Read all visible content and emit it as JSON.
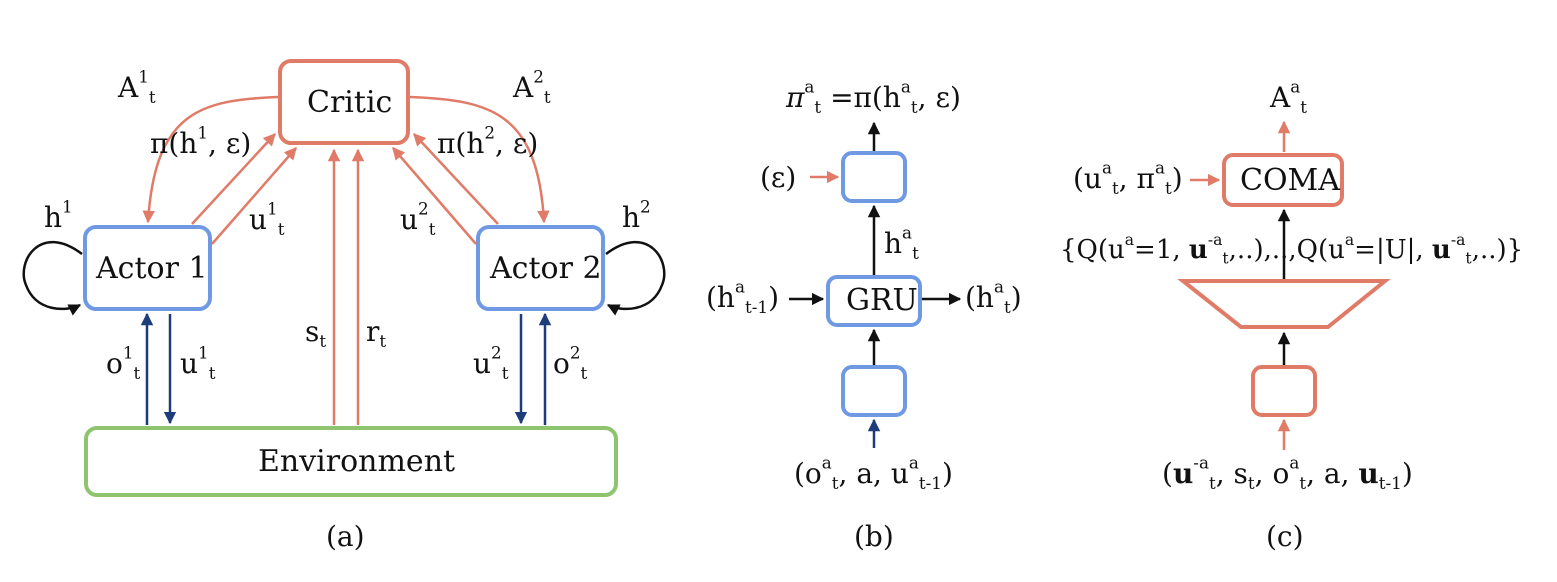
{
  "colors": {
    "critic": "#e07b68",
    "actor": "#6f9ae3",
    "environment": "#8fc46f",
    "obs_action_arrow": "#1d3d7a",
    "black": "#111111"
  },
  "panel_a": {
    "caption": "(a)",
    "critic_label": "Critic",
    "actor1_label": "Actor 1",
    "actor2_label": "Actor 2",
    "environment_label": "Environment",
    "advantage_1": {
      "base": "A",
      "sup": "1",
      "sub": "t"
    },
    "advantage_2": {
      "base": "A",
      "sup": "2",
      "sub": "t"
    },
    "policy_1": {
      "prefix": "π(h",
      "sup": "1",
      "suffix": ", ε)"
    },
    "policy_2": {
      "prefix": "π(h",
      "sup": "2",
      "suffix": ", ε)"
    },
    "hidden_1": {
      "base": "h",
      "sup": "1"
    },
    "hidden_2": {
      "base": "h",
      "sup": "2"
    },
    "action_to_critic_1": {
      "base": "u",
      "sup": "1",
      "sub": "t"
    },
    "action_to_critic_2": {
      "base": "u",
      "sup": "2",
      "sub": "t"
    },
    "obs_1": {
      "base": "o",
      "sup": "1",
      "sub": "t"
    },
    "act_env_1": {
      "base": "u",
      "sup": "1",
      "sub": "t"
    },
    "act_env_2": {
      "base": "u",
      "sup": "2",
      "sub": "t"
    },
    "obs_2": {
      "base": "o",
      "sup": "2",
      "sub": "t"
    },
    "state": {
      "base": "s",
      "sub": "t"
    },
    "reward": {
      "base": "r",
      "sub": "t"
    }
  },
  "panel_b": {
    "caption": "(b)",
    "gru_label": "GRU",
    "policy_out": {
      "lhs": "π",
      "lhs_sup": "a",
      "lhs_sub": "t",
      "mid": " =π(h",
      "mid_sup": "a",
      "mid_sub": "t",
      "end": ", ε)"
    },
    "epsilon_in": "(ε)",
    "hidden_up": {
      "base": "h",
      "sup": "a",
      "sub": "t"
    },
    "hidden_in": {
      "open": "(h",
      "sup": "a",
      "sub": "t-1",
      "close": ")"
    },
    "hidden_out": {
      "open": "(h",
      "sup": "a",
      "sub": "t",
      "close": ")"
    },
    "input": {
      "open": "(o",
      "sup": "a",
      "sub": "t",
      "mid": ", a, u",
      "sup2": "a",
      "sub2": "t-1",
      "close": ")"
    }
  },
  "panel_c": {
    "caption": "(c)",
    "coma_label": "COMA",
    "advantage_out": {
      "base": "A",
      "sup": "a",
      "sub": "t"
    },
    "coma_in": {
      "open": "(u",
      "sup": "a",
      "sub": "t",
      "mid": ", π",
      "sup2": "a",
      "sub2": "t",
      "close": ")"
    },
    "q_values": {
      "p1": "{Q(u",
      "p1_sup": "a",
      "p2": "=1, ",
      "p2_bold": "u",
      "p2_sup": "-a",
      "p2_sub": "t",
      "p3": ",..),..,Q(u",
      "p3_sup": "a",
      "p4": "=|U|, ",
      "p4_bold": "u",
      "p4_sup": "-a",
      "p4_sub": "t",
      "p5": ",..)}"
    },
    "input": {
      "open": "(",
      "bold1": "u",
      "sup1": "-a",
      "sub1": "t",
      "mid1": ", s",
      "sub_s": "t",
      "mid2": ", o",
      "sup2": "a",
      "sub2": "t",
      "mid3": ", a, ",
      "bold2": "u",
      "sub3": "t-1",
      "close": ")"
    }
  }
}
